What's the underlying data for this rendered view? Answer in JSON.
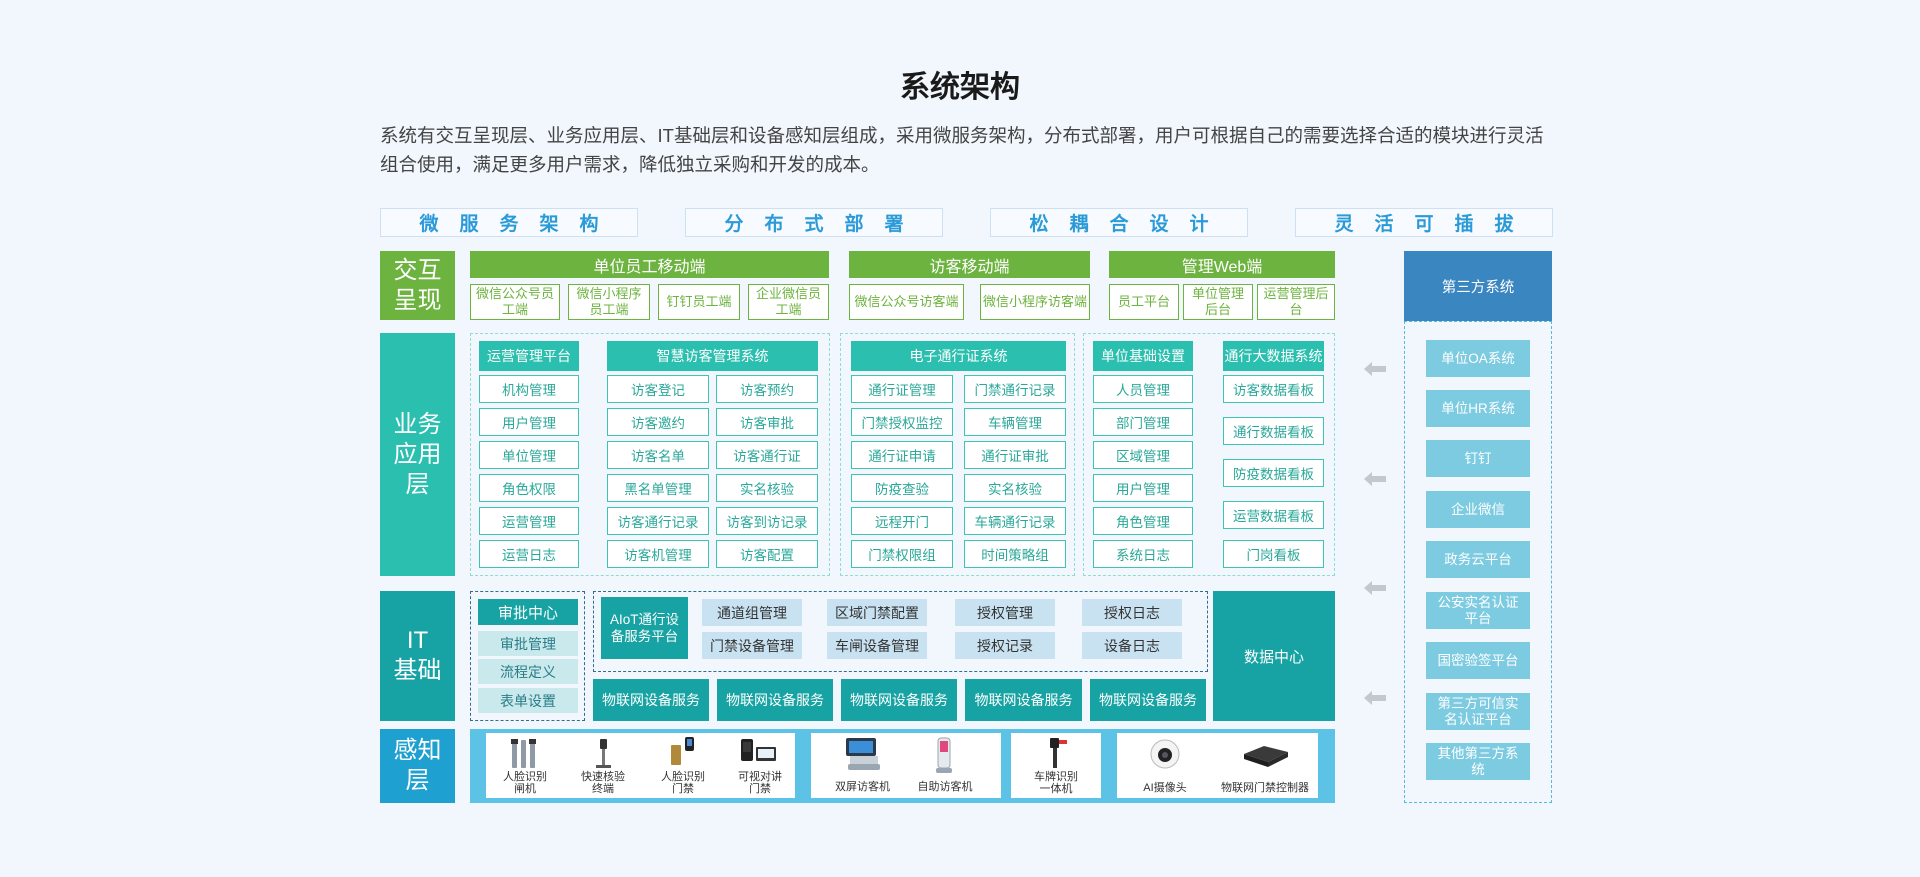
{
  "title": "系统架构",
  "description": "系统有交互呈现层、业务应用层、IT基础层和设备感知层组成，采用微服务架构，分布式部署，用户可根据自己的需要选择合适的模块进行灵活组合使用，满足更多用户需求，降低独立采购和开发的成本。",
  "principles": [
    "微服务架构",
    "分布式部署",
    "松耦合设计",
    "灵活可插拔"
  ],
  "layers": {
    "interaction": "交互\n呈现",
    "business": "业务\n应用\n层",
    "it": "IT\n基础",
    "perception": "感知\n层"
  },
  "interaction": {
    "groups": [
      {
        "title": "单位员工移动端",
        "items": [
          "微信公众号员工端",
          "微信小程序员工端",
          "钉钉员工端",
          "企业微信员工端"
        ]
      },
      {
        "title": "访客移动端",
        "items": [
          "微信公众号访客端",
          "微信小程序访客端"
        ]
      },
      {
        "title": "管理Web端",
        "items": [
          "员工平台",
          "单位管理后台",
          "运营管理后台"
        ]
      }
    ]
  },
  "business": {
    "ops": {
      "title": "运营管理平台",
      "items": [
        "机构管理",
        "用户管理",
        "单位管理",
        "角色权限",
        "运营管理",
        "运营日志"
      ]
    },
    "visitor": {
      "title": "智慧访客管理系统",
      "items": [
        "访客登记",
        "访客预约",
        "访客邀约",
        "访客审批",
        "访客名单",
        "访客通行证",
        "黑名单管理",
        "实名核验",
        "访客通行记录",
        "访客到访记录",
        "访客机管理",
        "访客配置"
      ]
    },
    "pass": {
      "title": "电子通行证系统",
      "items": [
        "通行证管理",
        "门禁通行记录",
        "门禁授权监控",
        "车辆管理",
        "通行证申请",
        "通行证审批",
        "防疫查验",
        "实名核验",
        "远程开门",
        "车辆通行记录",
        "门禁权限组",
        "时间策略组"
      ]
    },
    "base": {
      "title": "单位基础设置",
      "items": [
        "人员管理",
        "部门管理",
        "区域管理",
        "用户管理",
        "角色管理",
        "系统日志"
      ]
    },
    "bigdata": {
      "title": "通行大数据系统",
      "items": [
        "访客数据看板",
        "通行数据看板",
        "防疫数据看板",
        "运营数据看板",
        "门岗看板"
      ]
    }
  },
  "it": {
    "approval": {
      "title": "审批中心",
      "items": [
        "审批管理",
        "流程定义",
        "表单设置"
      ]
    },
    "aiot": "AIoT通行设备服务平台",
    "chips": [
      "通道组管理",
      "区域门禁配置",
      "授权管理",
      "授权日志",
      "门禁设备管理",
      "车闸设备管理",
      "授权记录",
      "设备日志"
    ],
    "iot_services": [
      "物联网设备服务",
      "物联网设备服务",
      "物联网设备服务",
      "物联网设备服务",
      "物联网设备服务"
    ],
    "datacenter": "数据中心"
  },
  "devices": [
    {
      "name": "人脸识别\n闸机",
      "icon": "gate-icon"
    },
    {
      "name": "快速核验\n终端",
      "icon": "verify-terminal-icon"
    },
    {
      "name": "人脸识别\n门禁",
      "icon": "face-door-icon"
    },
    {
      "name": "可视对讲\n门禁",
      "icon": "intercom-icon"
    },
    {
      "name": "双屏访客机",
      "icon": "dual-screen-kiosk-icon"
    },
    {
      "name": "自助访客机",
      "icon": "self-service-kiosk-icon"
    },
    {
      "name": "车牌识别\n一体机",
      "icon": "plate-camera-icon"
    },
    {
      "name": "AI摄像头",
      "icon": "ai-camera-icon"
    },
    {
      "name": "物联网门禁控制器",
      "icon": "controller-icon"
    }
  ],
  "third_party": {
    "title": "第三方系统",
    "items": [
      "单位OA系统",
      "单位HR系统",
      "钉钉",
      "企业微信",
      "政务云平台",
      "公安实名认证平台",
      "国密验签平台",
      "第三方可信实名认证平台",
      "其他第三方系统"
    ]
  },
  "colors": {
    "interaction": "#6db33f",
    "business": "#2bbfaf",
    "it": "#17a3a3",
    "perception": "#1ea0d0",
    "third_party": "#3a86c0"
  }
}
